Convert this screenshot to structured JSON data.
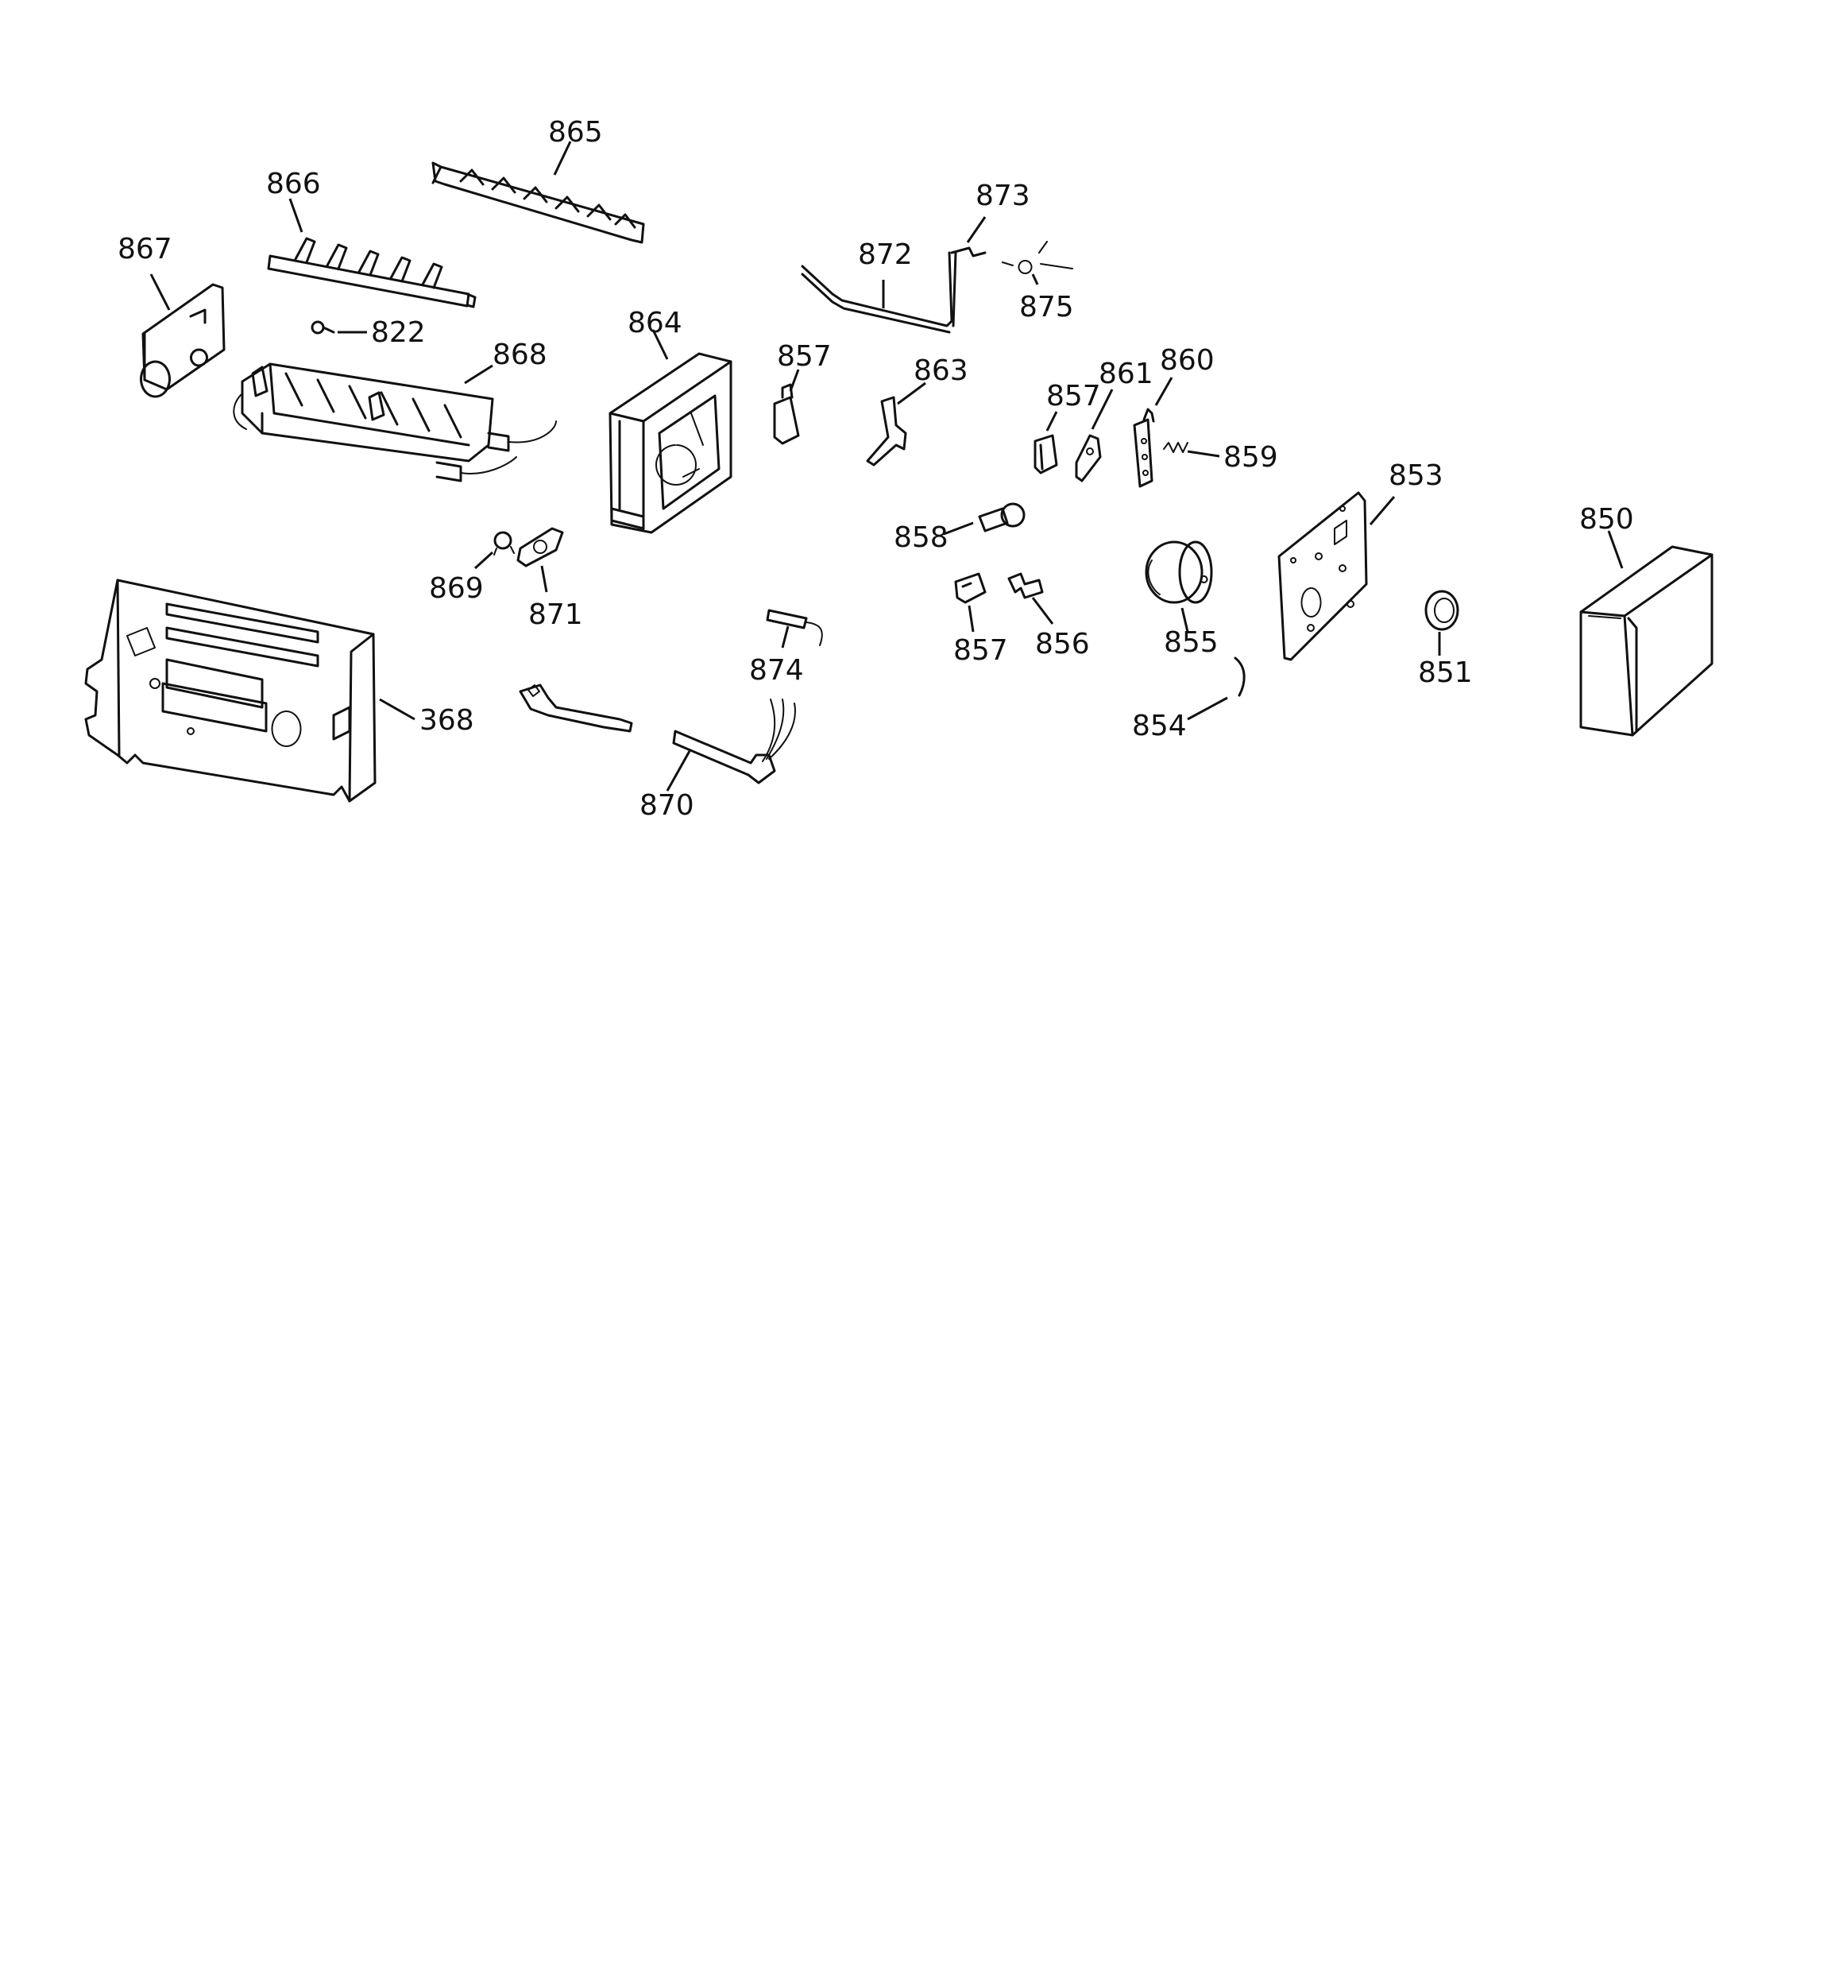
{
  "callouts": {
    "c865": "865",
    "c866": "866",
    "c867": "867",
    "c822": "822",
    "c868": "868",
    "c864": "864",
    "c857a": "857",
    "c863": "863",
    "c872": "872",
    "c873": "873",
    "c875": "875",
    "c857b": "857",
    "c861": "861",
    "c860": "860",
    "c859": "859",
    "c853": "853",
    "c850": "850",
    "c858": "858",
    "c869": "869",
    "c871": "871",
    "c857c": "857",
    "c856": "856",
    "c855": "855",
    "c874": "874",
    "c851": "851",
    "c368": "368",
    "c854": "854",
    "c870": "870"
  }
}
